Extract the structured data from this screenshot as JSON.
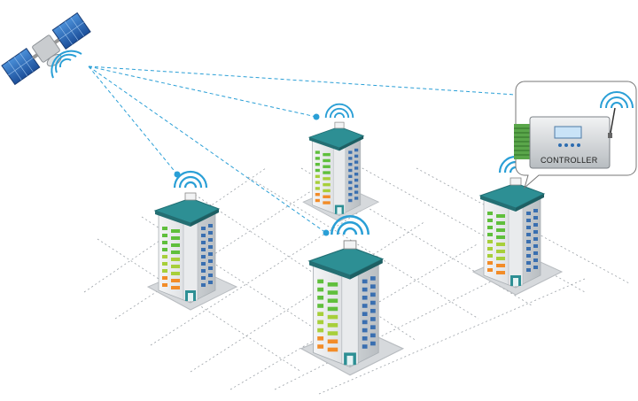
{
  "diagram": {
    "controller_label": "CONTROLLER",
    "nodes": [
      {
        "id": "satellite",
        "icon": "satellite-icon"
      },
      {
        "id": "building-left",
        "icon": "building-icon"
      },
      {
        "id": "building-top",
        "icon": "building-icon"
      },
      {
        "id": "building-center",
        "icon": "building-icon"
      },
      {
        "id": "building-right",
        "icon": "building-icon"
      },
      {
        "id": "controller",
        "icon": "controller-icon"
      }
    ],
    "links": [
      {
        "from": "satellite",
        "to": "building-left"
      },
      {
        "from": "satellite",
        "to": "building-top"
      },
      {
        "from": "satellite",
        "to": "building-center"
      },
      {
        "from": "satellite",
        "to": "controller"
      }
    ],
    "colors": {
      "link": "#2a9fd6",
      "signal": "#2a9fd6",
      "roof": "#2d8f94",
      "window_green": "#5fbf3c",
      "window_orange": "#f28c28",
      "window_blue": "#3a6fb0",
      "wall": "#e8eaec"
    }
  }
}
